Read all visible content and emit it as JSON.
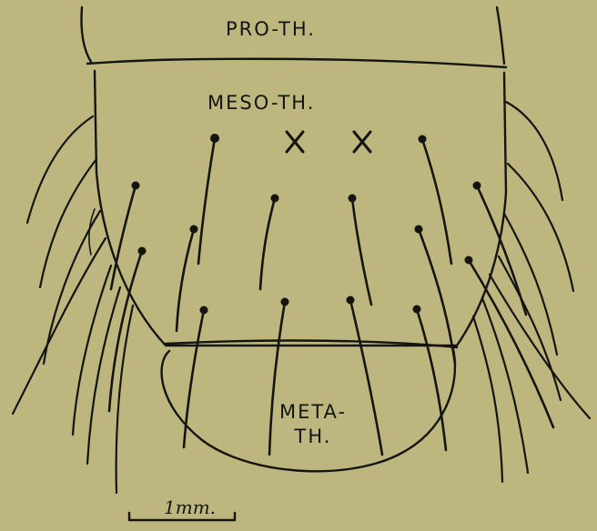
{
  "figure": {
    "background_color": "#bdb77f",
    "ink_color": "#141410",
    "labels": {
      "prothorax": "PRO-TH.",
      "mesothorax": "MESO-TH.",
      "metathorax_line1": "META-",
      "metathorax_line2": "TH."
    },
    "markers": {
      "cross_left": "×",
      "cross_right": "×"
    },
    "scale_bar": {
      "label": "1mm."
    }
  }
}
